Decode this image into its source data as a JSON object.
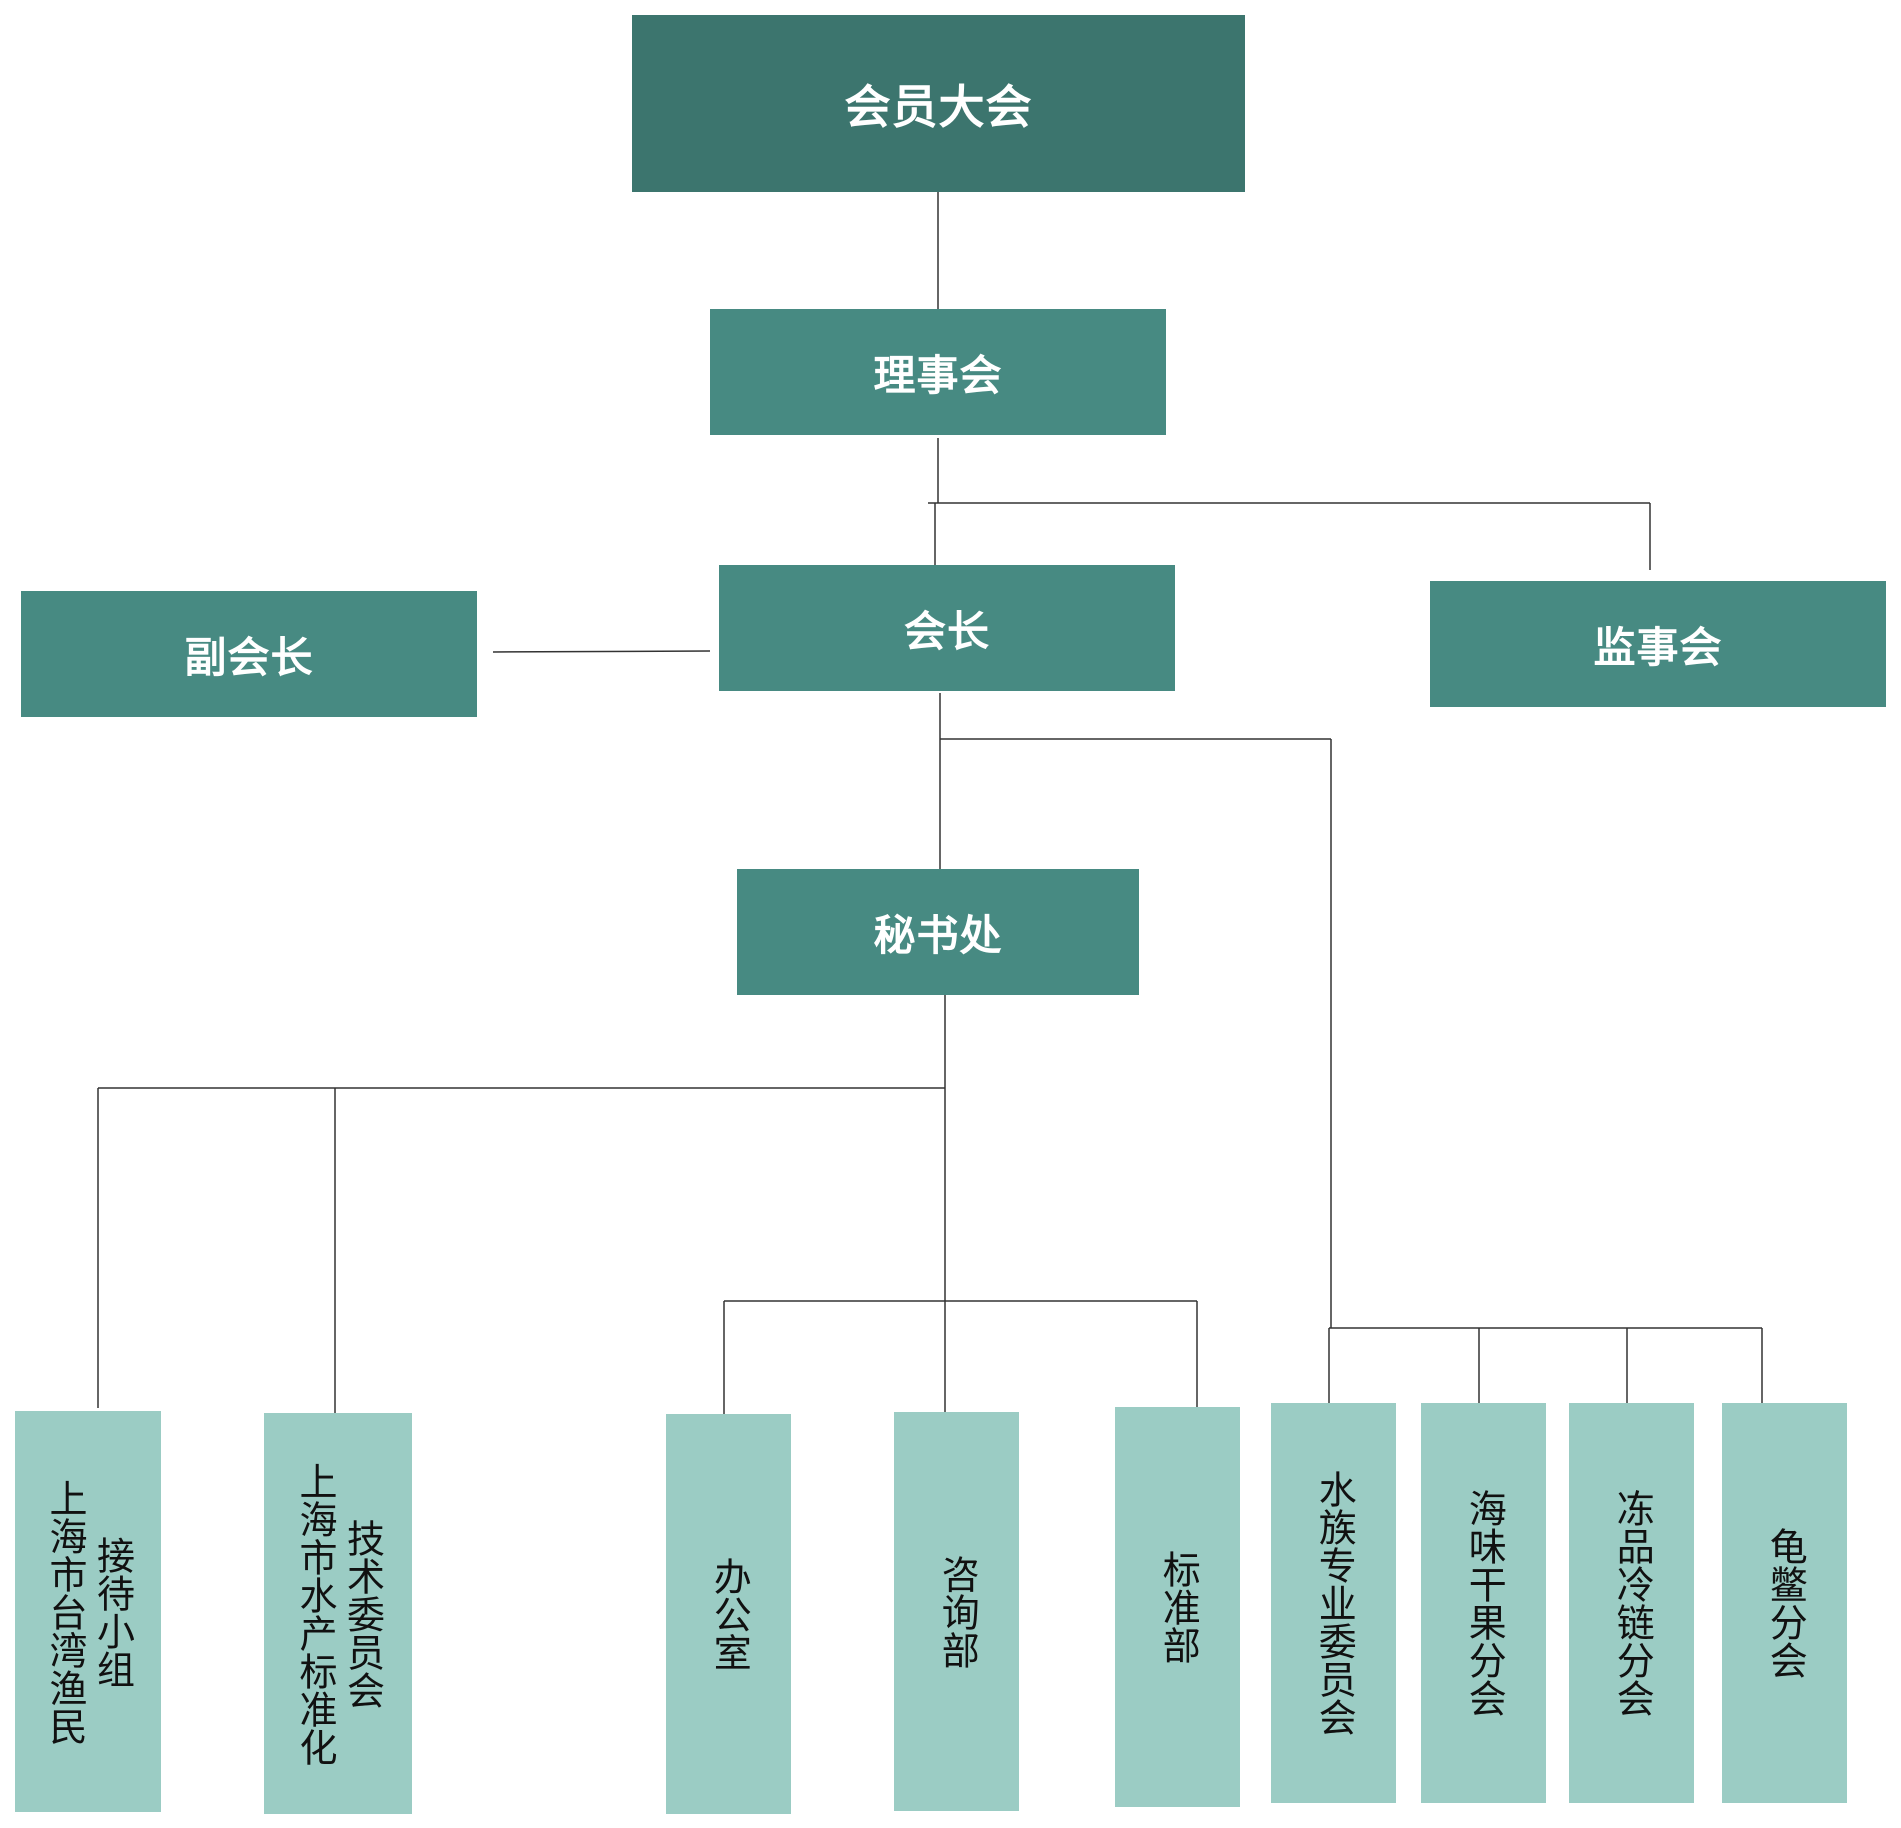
{
  "colors": {
    "top_box": "#3c756e",
    "level_box": "#478a82",
    "unit_box": "#9bccc4",
    "connector": "#333333"
  },
  "nodes": {
    "general_assembly": "会员大会",
    "council": "理事会",
    "president": "会长",
    "vice_president": "副会长",
    "supervisory_board": "监事会",
    "secretariat": "秘书处"
  },
  "units": {
    "taiwan_fishermen_reception": [
      "上海市台湾渔民",
      "接待小组"
    ],
    "aquatic_standardization_committee": [
      "上海市水产标准化",
      "技术委员会"
    ],
    "office": "办公室",
    "consulting_dept": "咨询部",
    "standards_dept": "标准部",
    "aquarium_committee": "水族专业委员会",
    "dried_seafood_fruit_branch": "海味干果分会",
    "frozen_cold_chain_branch": "冻品冷链分会",
    "turtle_branch": "龟鳖分会"
  }
}
